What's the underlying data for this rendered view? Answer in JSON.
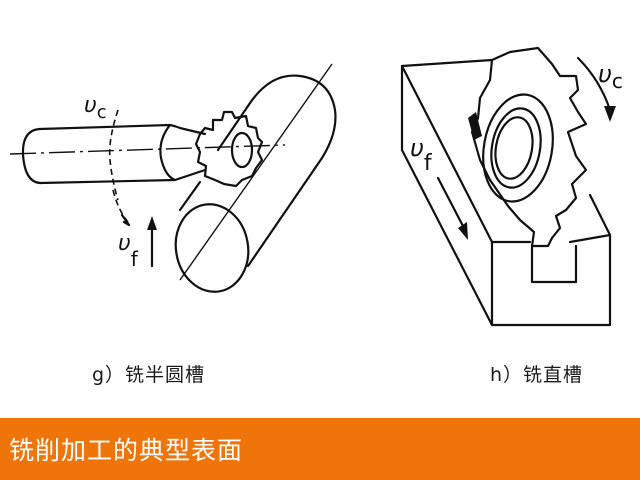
{
  "figures": {
    "g": {
      "caption": "g）铣半圆槽",
      "labels": {
        "vc_main": "υ",
        "vc_sub": "c",
        "vf_main": "υ",
        "vf_sub": "f"
      }
    },
    "h": {
      "caption": "h）铣直槽",
      "labels": {
        "vc_main": "υ",
        "vc_sub": "c",
        "vf_main": "υ",
        "vf_sub": "f"
      }
    }
  },
  "footer": {
    "title": "铣削加工的典型表面",
    "color": "#ef750a"
  }
}
